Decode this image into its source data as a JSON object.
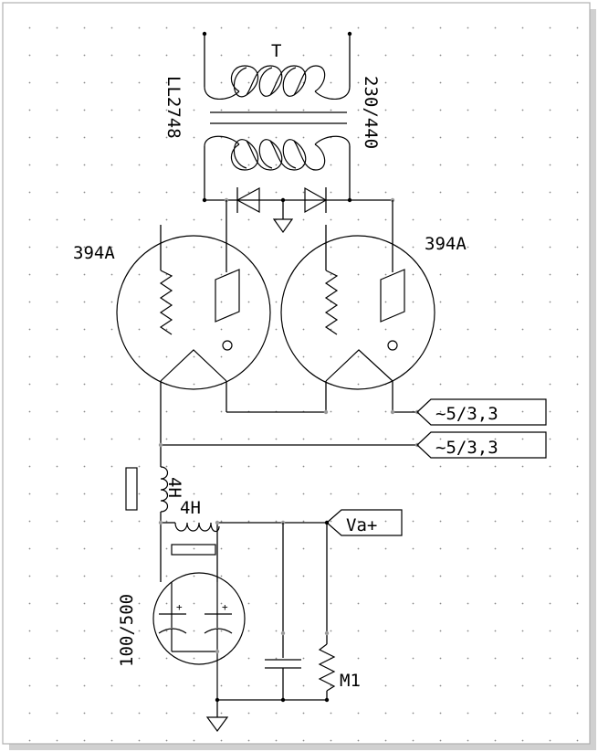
{
  "labels": {
    "transformer": "T",
    "transformer_model": "LL2748",
    "transformer_voltage": "230/440",
    "tube_left": "394A",
    "tube_right": "394A",
    "heater_1": "~5/3,3",
    "heater_2": "~5/3,3",
    "choke_1": "4H",
    "choke_2": "4H",
    "capacitor": "100/500",
    "output": "Va+",
    "meter": "M1"
  },
  "colors": {
    "line": "#000000",
    "frame_shadow": "#bdbdbd",
    "grid_dot": "#8a8a8a"
  }
}
